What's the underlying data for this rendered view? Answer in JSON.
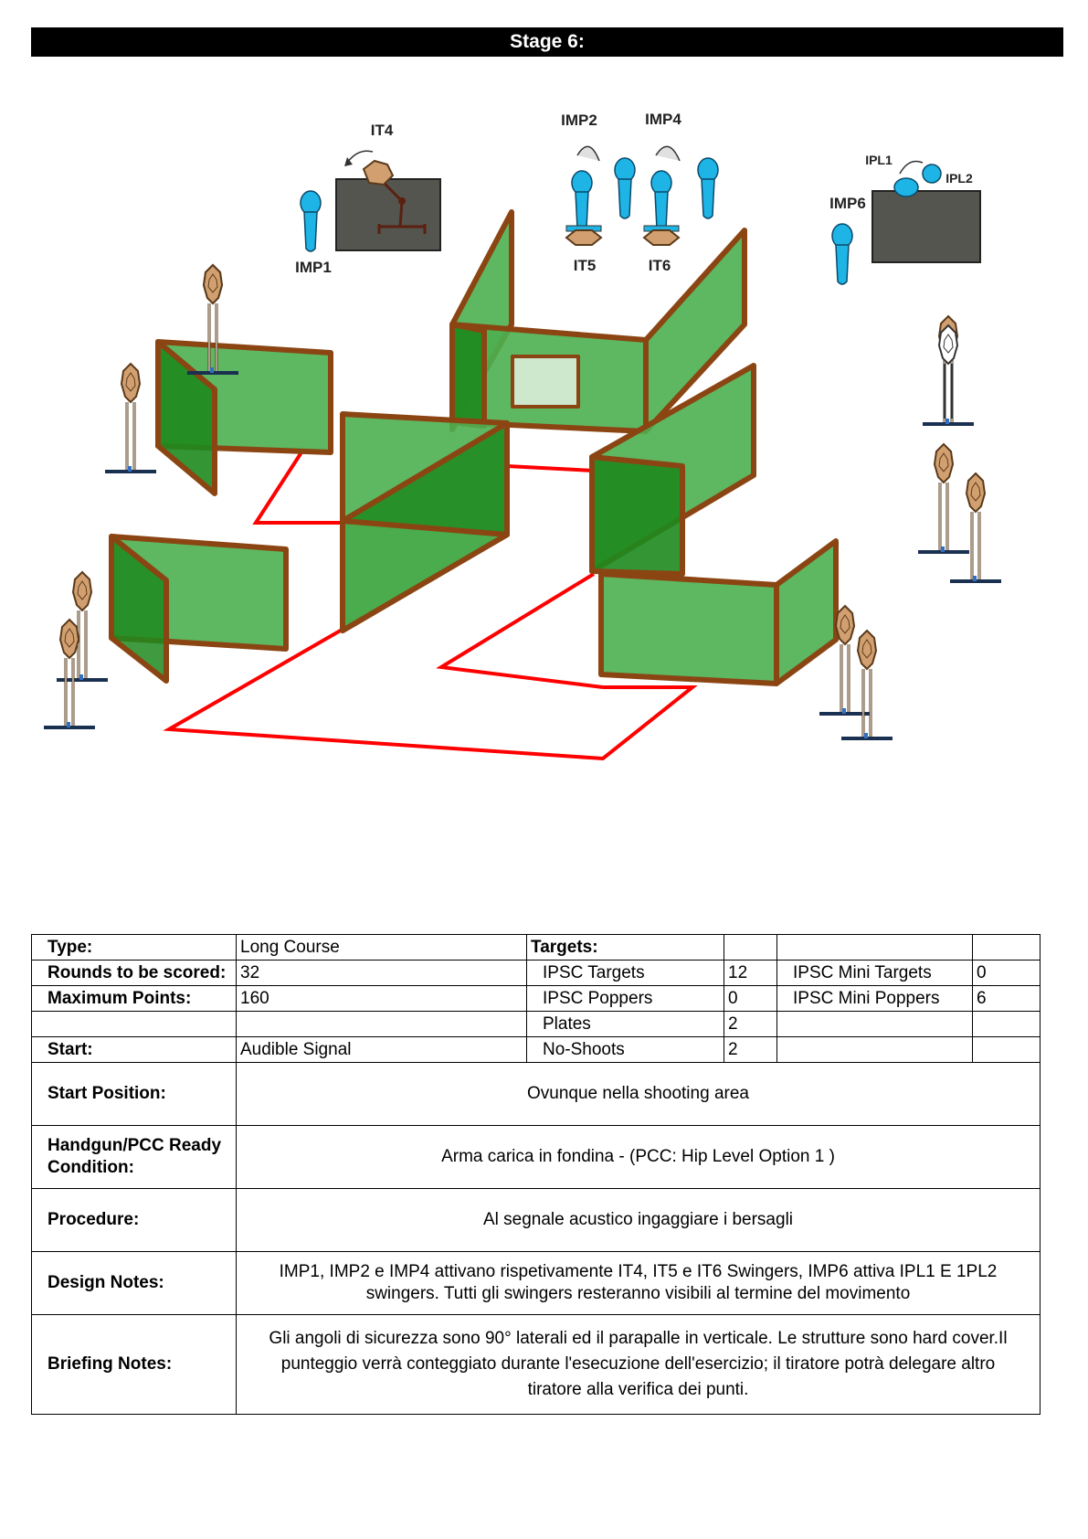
{
  "header": {
    "title": "Stage 6:"
  },
  "diagram": {
    "labels": {
      "it4": "IT4",
      "imp1": "IMP1",
      "imp2": "IMP2",
      "imp4": "IMP4",
      "it5": "IT5",
      "it6": "IT6",
      "ipl1": "IPL1",
      "ipl2": "IPL2",
      "imp6": "IMP6"
    },
    "colors": {
      "wall_fill": "#4caf50",
      "wall_dark": "#1e8a1e",
      "wall_border": "#8b4513",
      "fault_line": "#ff0000",
      "popper": "#1eb4e6",
      "target": "#d2a070",
      "swinger_box": "#555550"
    }
  },
  "table": {
    "type_label": "Type:",
    "type_value": "Long Course",
    "targets_label": "Targets:",
    "rounds_label": "Rounds to be scored:",
    "rounds_value": "32",
    "points_label": "Maximum Points:",
    "points_value": "160",
    "start_label": "Start:",
    "start_value": "Audible Signal",
    "targets": [
      {
        "name": "IPSC Targets",
        "count": "12"
      },
      {
        "name": "IPSC Poppers",
        "count": "0"
      },
      {
        "name": "Plates",
        "count": "2"
      },
      {
        "name": "No-Shoots",
        "count": "2"
      }
    ],
    "mini_targets": [
      {
        "name": "IPSC Mini Targets",
        "count": "0"
      },
      {
        "name": "IPSC Mini Poppers",
        "count": "6"
      }
    ],
    "start_position_label": "Start Position:",
    "start_position_value": "Ovunque nella shooting area",
    "ready_label": "Handgun/PCC Ready Condition:",
    "ready_value": "Arma carica in fondina  - (PCC: Hip Level Option 1 )",
    "procedure_label": "Procedure:",
    "procedure_value": "Al segnale acustico ingaggiare i bersagli",
    "design_label": "Design Notes:",
    "design_value": "IMP1, IMP2 e IMP4 attivano rispetivamente IT4, IT5 e IT6 Swingers, IMP6 attiva IPL1 E 1PL2 swingers. Tutti gli swingers resteranno visibili al termine del movimento",
    "briefing_label": "Briefing Notes:",
    "briefing_value": "Gli angoli di sicurezza sono 90° laterali ed il parapalle in verticale. Le strutture sono hard cover.Il punteggio verrà conteggiato durante l'esecuzione dell'esercizio; il tiratore potrà delegare altro tiratore alla verifica  dei punti."
  }
}
